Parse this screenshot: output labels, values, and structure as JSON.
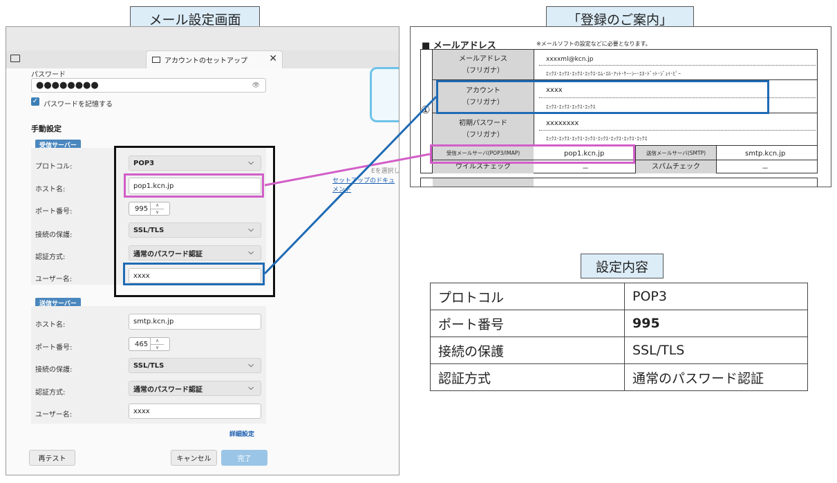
{
  "callouts": {
    "mail_screen": "メール設定画面",
    "registration_guide": "「登録のご案内」",
    "settings_content": "設定内容"
  },
  "colors": {
    "pink_highlight": "#d25ec8",
    "blue_highlight": "#1f6bb5",
    "badge_blue": "#4a87be",
    "callout_bg": "#dcedf8"
  },
  "mail_client": {
    "tab_title": "アカウントのセットアップ",
    "password_label": "パスワード",
    "password_value": "●●●●●●●●",
    "remember_password": "パスワードを記憶する",
    "manual_setup": "手動設定",
    "side_text": "Eを選択した",
    "side_link": "セットアップのドキュメント",
    "incoming": {
      "badge": "受信サーバー",
      "protocol_label": "プロトコル:",
      "protocol_value": "POP3",
      "host_label": "ホスト名:",
      "host_value": "pop1.kcn.jp",
      "port_label": "ポート番号:",
      "port_value": "995",
      "security_label": "接続の保護:",
      "security_value": "SSL/TLS",
      "auth_label": "認証方式:",
      "auth_value": "通常のパスワード認証",
      "user_label": "ユーザー名:",
      "user_value": "xxxx"
    },
    "outgoing": {
      "badge": "送信サーバー",
      "host_label": "ホスト名:",
      "host_value": "smtp.kcn.jp",
      "port_label": "ポート番号:",
      "port_value": "465",
      "security_label": "接続の保護:",
      "security_value": "SSL/TLS",
      "auth_label": "認証方式:",
      "auth_value": "通常のパスワード認証",
      "user_label": "ユーザー名:",
      "user_value": "xxxx"
    },
    "advanced_link": "詳細設定",
    "retest_button": "再テスト",
    "cancel_button": "キャンセル",
    "done_button": "完了"
  },
  "registration": {
    "section_title": "■ メールアドレス",
    "note": "※メールソフトの設定などに必要となります。",
    "circle_num": "①",
    "email_label_1": "メールアドレス",
    "email_label_2": "（フリガナ）",
    "email_value": "xxxxml@kcn.jp",
    "email_kana": "ｴｯｸｽ･ｴｯｸｽ･ｴｯｸｽ･ｴｯｸｽ･ｴﾑ･ｴﾙ･ｱｯﾄ･ｹｰ･ｼｰ･ｴﾇ･ﾄﾞｯﾄ･ｼﾞｪｲ･ﾋﾟｰ",
    "account_label_1": "アカウント",
    "account_label_2": "（フリガナ）",
    "account_value": "xxxx",
    "account_kana": "ｴｯｸｽ･ｴｯｸｽ･ｴｯｸｽ･ｴｯｸｽ",
    "password_label_1": "初期パスワード",
    "password_label_2": "（フリガナ）",
    "password_value": "xxxxxxxx",
    "password_kana": "ｴｯｸｽ･ｴｯｸｽ･ｴｯｸｽ･ｴｯｸｽ･ｴｯｸｽ･ｴｯｸｽ･ｴｯｸｽ･ｴｯｸｽ",
    "incoming_label": "受信メールサーバ(POP3/IMAP)",
    "incoming_value": "pop1.kcn.jp",
    "outgoing_label": "送信メールサーバ(SMTP)",
    "outgoing_value": "smtp.kcn.jp",
    "virus_label": "ウイルスチェック",
    "virus_value": "－",
    "spam_label": "スパムチェック",
    "spam_value": "－"
  },
  "settings": {
    "rows": [
      {
        "label": "プロトコル",
        "value": "POP3"
      },
      {
        "label": "ポート番号",
        "value": "995"
      },
      {
        "label": "接続の保護",
        "value": "SSL/TLS"
      },
      {
        "label": "認証方式",
        "value": "通常のパスワード認証"
      }
    ]
  }
}
